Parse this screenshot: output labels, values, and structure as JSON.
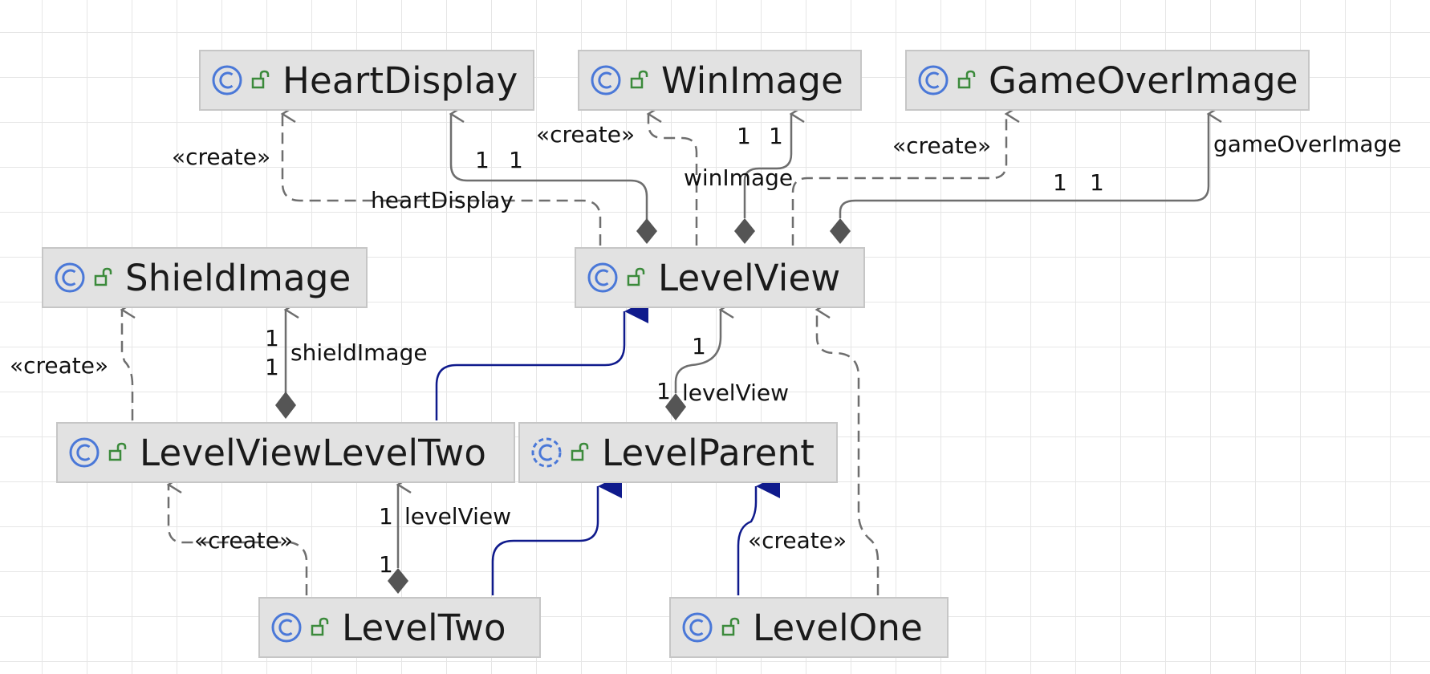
{
  "diagram": {
    "classes": [
      {
        "id": "heart-display",
        "name": "HeartDisplay",
        "kind": "class"
      },
      {
        "id": "win-image",
        "name": "WinImage",
        "kind": "class"
      },
      {
        "id": "game-over-image",
        "name": "GameOverImage",
        "kind": "class"
      },
      {
        "id": "shield-image",
        "name": "ShieldImage",
        "kind": "class"
      },
      {
        "id": "level-view",
        "name": "LevelView",
        "kind": "class"
      },
      {
        "id": "level-view-level-two",
        "name": "LevelViewLevelTwo",
        "kind": "class"
      },
      {
        "id": "level-parent",
        "name": "LevelParent",
        "kind": "abstract-class"
      },
      {
        "id": "level-two",
        "name": "LevelTwo",
        "kind": "class"
      },
      {
        "id": "level-one",
        "name": "LevelOne",
        "kind": "class"
      }
    ],
    "labels": {
      "create_heart": "«create»",
      "create_win": "«create»",
      "create_gameover": "«create»",
      "create_shield": "«create»",
      "create_lvl2view": "«create»",
      "create_levelone": "«create»",
      "heart_display": "heartDisplay",
      "heart_mult_1": "1",
      "heart_mult_2": "1",
      "win_image": "winImage",
      "win_mult_1": "1",
      "win_mult_2": "1",
      "game_over_image": "gameOverImage",
      "gameover_mult_1": "1",
      "gameover_mult_2": "1",
      "shield_image": "shieldImage",
      "shield_mult_1": "1",
      "shield_mult_2": "1",
      "level_view_a": "levelView",
      "levelview_mult_1": "1",
      "levelview_mult_2": "1",
      "level_view_b": "levelView",
      "levelview2_mult_1": "1",
      "levelview2_mult_2": "1"
    },
    "colors": {
      "class_icon": "#4a78d8",
      "visibility_icon": "#3b8a3b",
      "inheritance": "#0f1a8c",
      "association": "#6e6e6e",
      "box_fill": "#e2e2e2",
      "box_border": "#c6c6c6"
    },
    "icons": {
      "class": "class-c-icon",
      "abstract_class": "abstract-class-c-icon",
      "visibility": "public-open-lock-icon"
    }
  }
}
